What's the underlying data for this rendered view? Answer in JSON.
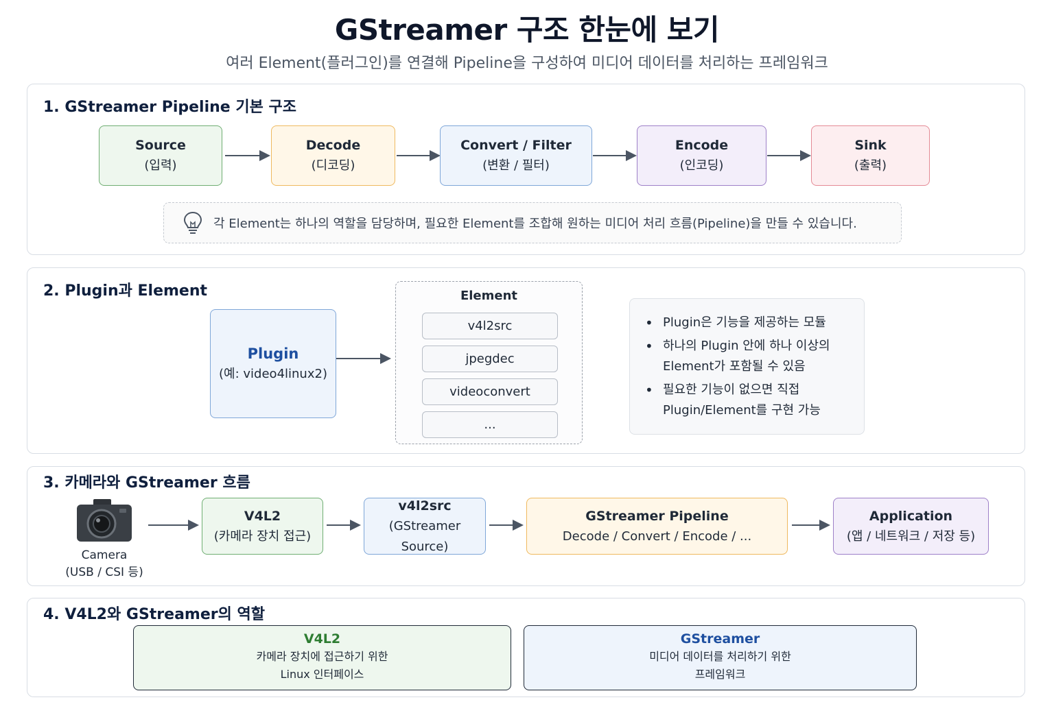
{
  "title": "GStreamer 구조 한눈에 보기",
  "subtitle": "여러 Element(플러그인)를 연결해 Pipeline을 구성하여 미디어 데이터를 처리하는 프레임워크",
  "section1": {
    "title": "1. GStreamer Pipeline 기본 구조",
    "stages": [
      {
        "title": "Source",
        "sub": "(입력)"
      },
      {
        "title": "Decode",
        "sub": "(디코딩)"
      },
      {
        "title": "Convert / Filter",
        "sub": "(변환 / 필터)"
      },
      {
        "title": "Encode",
        "sub": "(인코딩)"
      },
      {
        "title": "Sink",
        "sub": "(출력)"
      }
    ],
    "tip": "각 Element는 하나의 역할을 담당하며, 필요한 Element를 조합해 원하는 미디어 처리 흐름(Pipeline)을 만들 수 있습니다."
  },
  "section2": {
    "title": "2. Plugin과 Element",
    "plugin": {
      "title": "Plugin",
      "sub": "(예: video4linux2)"
    },
    "element_group": {
      "title": "Element",
      "items": [
        "v4l2src",
        "jpegdec",
        "videoconvert",
        "..."
      ]
    },
    "bullets": [
      "Plugin은 기능을 제공하는 모듈",
      "하나의 Plugin 안에 하나 이상의 Element가 포함될 수 있음",
      "필요한 기능이 없으면 직접 Plugin/Element를 구현 가능"
    ]
  },
  "section3": {
    "title": "3. 카메라와 GStreamer 흐름",
    "camera": {
      "label": "Camera",
      "sub": "(USB / CSI 등)"
    },
    "steps": [
      {
        "title": "V4L2",
        "sub": "(카메라 장치 접근)"
      },
      {
        "title": "v4l2src",
        "sub": "(GStreamer Source)"
      },
      {
        "title": "GStreamer Pipeline",
        "sub": "Decode / Convert / Encode / ..."
      },
      {
        "title": "Application",
        "sub": "(앱 / 네트워크 / 저장 등)"
      }
    ]
  },
  "section4": {
    "title": "4. V4L2와 GStreamer의 역할",
    "roles": [
      {
        "title": "V4L2",
        "line1": "카메라 장치에 접근하기 위한",
        "line2": "Linux 인터페이스"
      },
      {
        "title": "GStreamer",
        "line1": "미디어 데이터를 처리하기 위한",
        "line2": "프레임워크"
      }
    ]
  },
  "colors": {
    "green": "#6fae72",
    "yellow": "#efb95e",
    "blue": "#7ea6d8",
    "purple": "#9d7fc8",
    "red": "#e48a95",
    "plugin_title": "#1e4fa0",
    "v4l2_title": "#2e7d32",
    "gstreamer_title": "#1e4fa0"
  },
  "icons": {
    "tip": "lightbulb-icon",
    "camera": "camera-icon",
    "arrow": "arrow-right-icon"
  }
}
